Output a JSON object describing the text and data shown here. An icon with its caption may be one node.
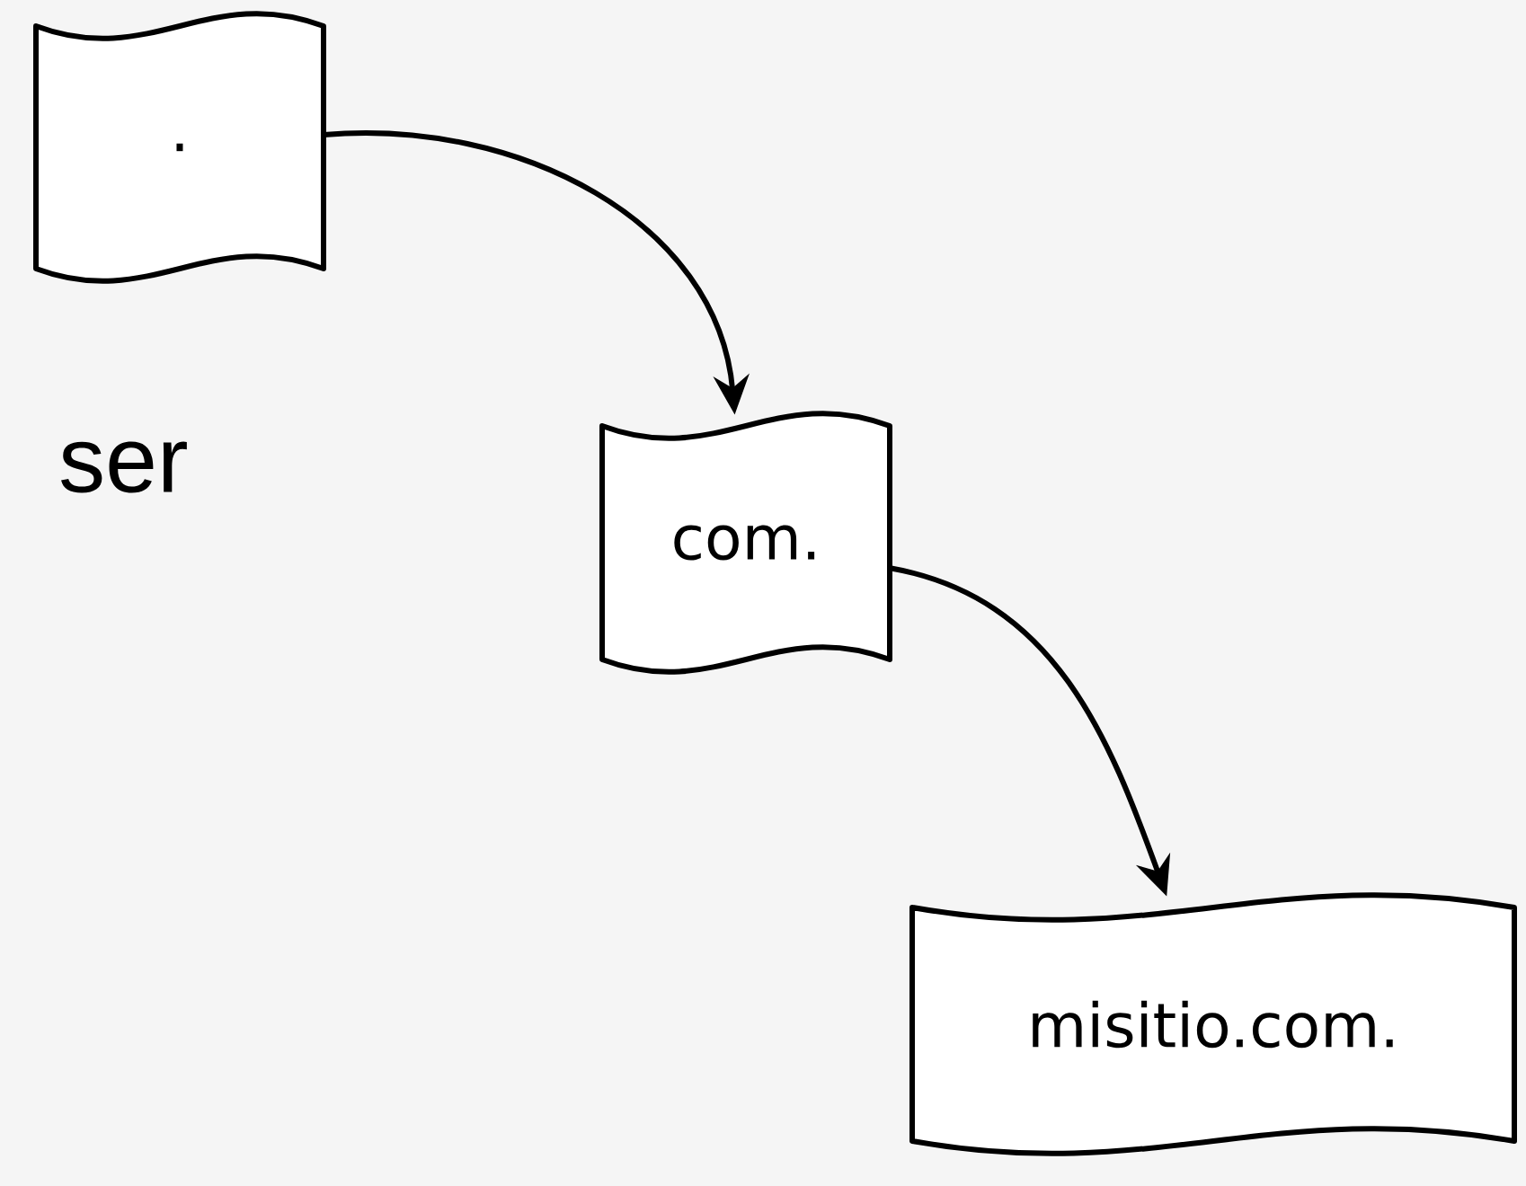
{
  "diagram": {
    "nodes": [
      {
        "text": [
          "."
        ]
      },
      {
        "text": [
          "com."
        ]
      },
      {
        "text": [
          "misitio.com."
        ]
      }
    ],
    "edges": [
      {
        "from": 0,
        "to": 1,
        "arrow": "to"
      },
      {
        "from": 1,
        "to": 2,
        "arrow": "to"
      }
    ],
    "labels": [
      "ser"
    ]
  }
}
